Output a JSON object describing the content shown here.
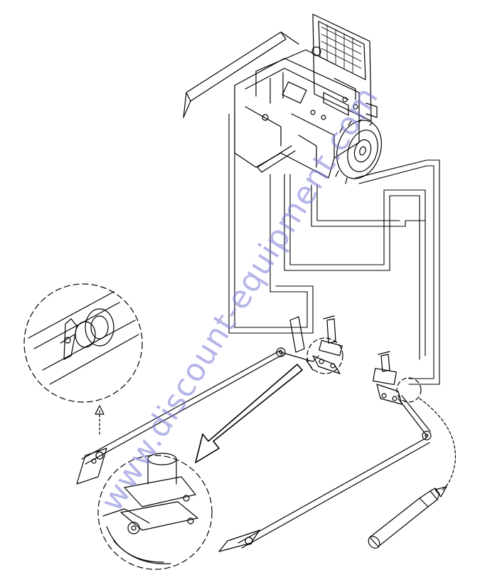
{
  "watermark": {
    "text": "www.discount-equipment.com"
  },
  "colors": {
    "line": "#000000",
    "watermark": "#7878d7",
    "background": "#ffffff"
  },
  "parts": [
    "engine-assembly",
    "control-cables",
    "traction-control-linkage",
    "auger-control-linkage",
    "left-control-rod",
    "right-control-rod",
    "upper-detail-inset",
    "lower-detail-inset",
    "direction-arrows",
    "handle-grip"
  ]
}
